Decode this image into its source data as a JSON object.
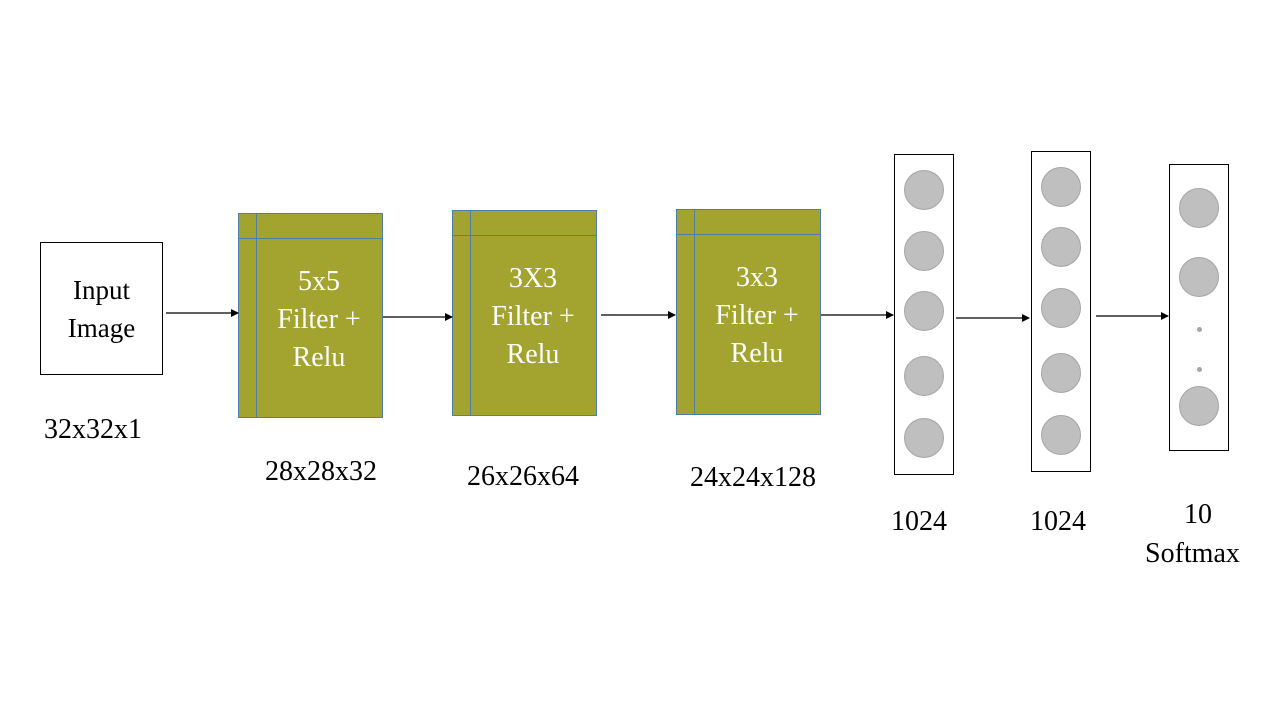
{
  "input": {
    "label": "Input\nImage",
    "size": "32x32x1"
  },
  "conv_layers": [
    {
      "label": "5x5\nFilter +\nRelu",
      "size": "28x28x32"
    },
    {
      "label": "3X3\nFilter +\nRelu",
      "size": "26x26x64"
    },
    {
      "label": "3x3\nFilter +\nRelu",
      "size": "24x24x128"
    }
  ],
  "dense_layers": [
    {
      "size": "1024",
      "neurons_shown": 5
    },
    {
      "size": "1024",
      "neurons_shown": 5
    }
  ],
  "output_layer": {
    "size": "10",
    "activation": "Softmax"
  },
  "colors": {
    "conv_fill": "#a3a430",
    "conv_border": "#4f7fa6",
    "neuron_fill": "#bfbfbf",
    "neuron_border": "#a6a6a6"
  }
}
